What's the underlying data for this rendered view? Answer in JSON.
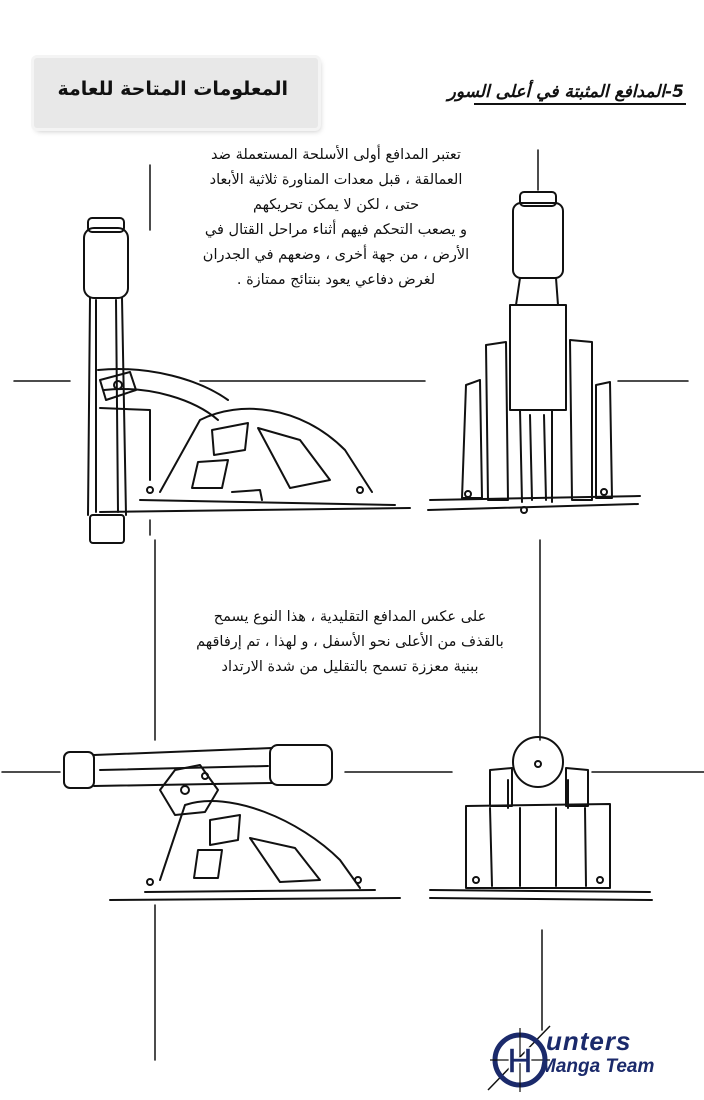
{
  "header": {
    "banner_title": "المعلومات المتاحة للعامة",
    "section_title": "5-المدافع المثبتة في أعلى السور"
  },
  "paragraph_1": {
    "lines": [
      "تعتبر المدافع أولى الأسلحة المستعملة ضد",
      "العمالقة ، قبل معدات المناورة ثلاثية الأبعاد",
      "حتى ، لكن لا يمكن تحريكهم",
      "و يصعب التحكم فيهم أثناء مراحل القتال في",
      "الأرض ، من جهة أخرى ، وضعهم في الجدران",
      "لغرض دفاعي يعود بنتائج ممتازة ."
    ]
  },
  "paragraph_2": {
    "lines": [
      "على عكس المدافع التقليدية ، هذا النوع يسمح",
      "بالقذف من الأعلى نحو الأسفل ، و لهذا ، تم إرفاقهم",
      "ببنية معززة تسمح بالتقليل من شدة الارتداد"
    ]
  },
  "logo": {
    "letter": "H",
    "word1": "unters",
    "word2": "Manga Team"
  },
  "colors": {
    "ink": "#111111",
    "banner_bg": "#e8e8e8",
    "logo_blue": "#1b2a6b"
  }
}
